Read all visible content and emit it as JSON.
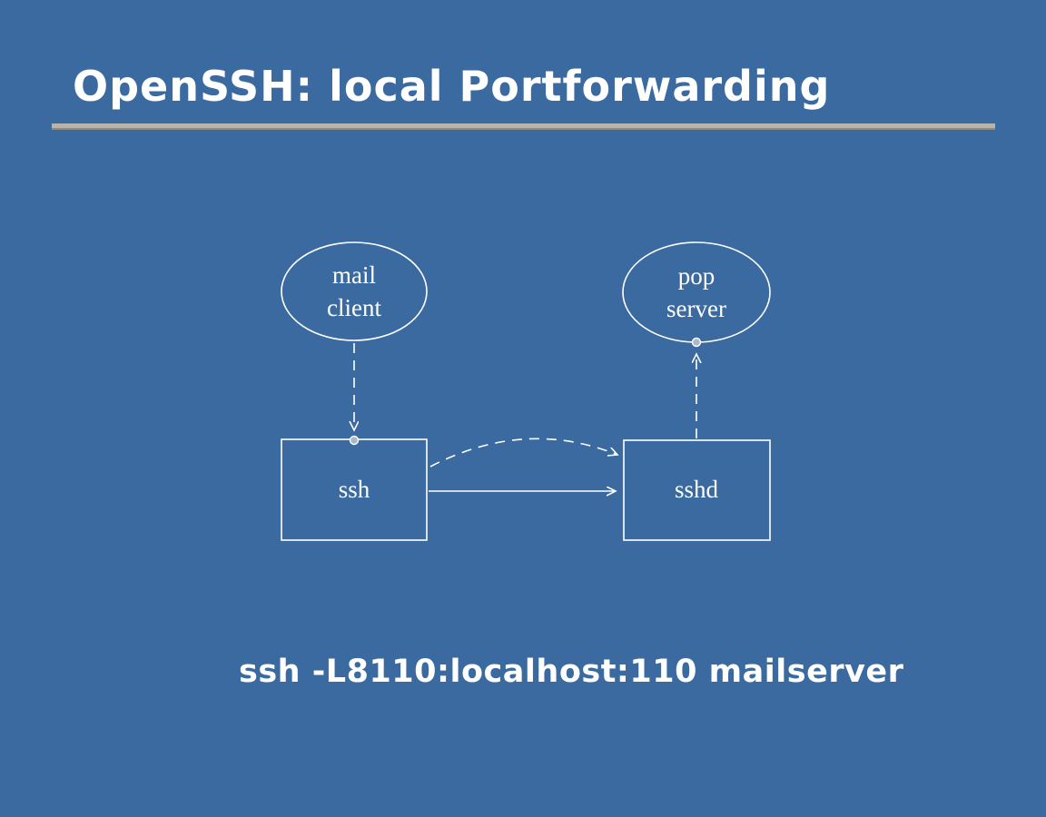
{
  "title": "OpenSSH: local Portforwarding",
  "command": "ssh -L8110:localhost:110 mailserver",
  "diagram": {
    "mail_client": {
      "line1": "mail",
      "line2": "client"
    },
    "pop_server": {
      "line1": "pop",
      "line2": "server"
    },
    "ssh_box": {
      "label": "ssh"
    },
    "sshd_box": {
      "label": "sshd"
    }
  },
  "colors": {
    "background": "#3a6aa0",
    "foreground": "#ffffff",
    "divider": "#b7b4aa"
  }
}
